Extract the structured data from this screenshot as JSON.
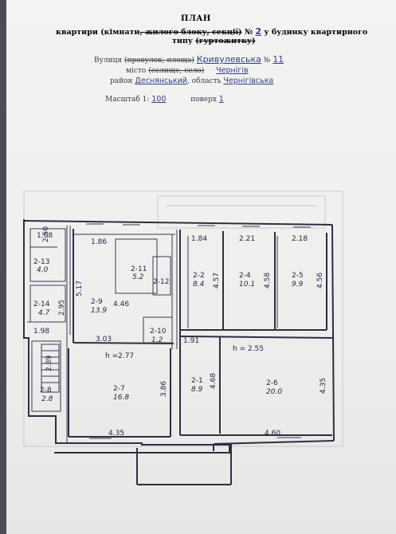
{
  "header": {
    "title": "ПЛАН",
    "line1_pre": "квартири (кімнати",
    "line1_strike": ", жилого блоку, секції)",
    "line1_no": "№",
    "line1_num": "2",
    "line1_post": "у будинку квартирного",
    "line2_pre": "типу",
    "line2_strike": "(гуртожитку)",
    "street_label": "Вулиця",
    "street_strike": "(провулок, площа)",
    "street_value": "Кривулевська",
    "street_no_label": "№",
    "street_no": "11",
    "city_label": "місто",
    "city_strike": "(селище, село)",
    "city_value": "Чернігів",
    "district_label": "район",
    "district_value": "Деснянський",
    "region_label": ", область",
    "region_value": "Чернігівська",
    "scale_label": "Масштаб 1:",
    "scale_value": "100",
    "floor_label": "поверх",
    "floor_value": "1"
  },
  "plan": {
    "rooms": [
      {
        "id": "2-13",
        "area": "4.0"
      },
      {
        "id": "2-14",
        "area": "4.7"
      },
      {
        "id": "2-8",
        "area": "2.8"
      },
      {
        "id": "2-9",
        "area": "13.9"
      },
      {
        "id": "2-11",
        "area": "5.2"
      },
      {
        "id": "2-12",
        "area": ""
      },
      {
        "id": "2-10",
        "area": "1.2"
      },
      {
        "id": "2-7",
        "area": "16.8"
      },
      {
        "id": "2-2",
        "area": "8.4"
      },
      {
        "id": "2-4",
        "area": "10.1"
      },
      {
        "id": "2-5",
        "area": "9.9"
      },
      {
        "id": "2-1",
        "area": "8.9"
      },
      {
        "id": "2-6",
        "area": "20.0"
      }
    ],
    "dims": {
      "d168": "1.68",
      "d250": "2.50",
      "d186": "1.86",
      "d517": "5.17",
      "d295": "2.95",
      "d198": "1.98",
      "d289": "2.89",
      "d446": "4.46",
      "d303": "3.03",
      "d184": "1.84",
      "d221": "2.21",
      "d218": "2.18",
      "d457": "4.57",
      "d458": "4.58",
      "d456": "4.56",
      "d191": "1.91",
      "d386": "3.86",
      "d468": "4.68",
      "d435": "4.35",
      "d460": "4.60",
      "d435b": "4.35"
    },
    "heights": {
      "h1": "h =2.77",
      "h2": "h = 2.55"
    }
  }
}
